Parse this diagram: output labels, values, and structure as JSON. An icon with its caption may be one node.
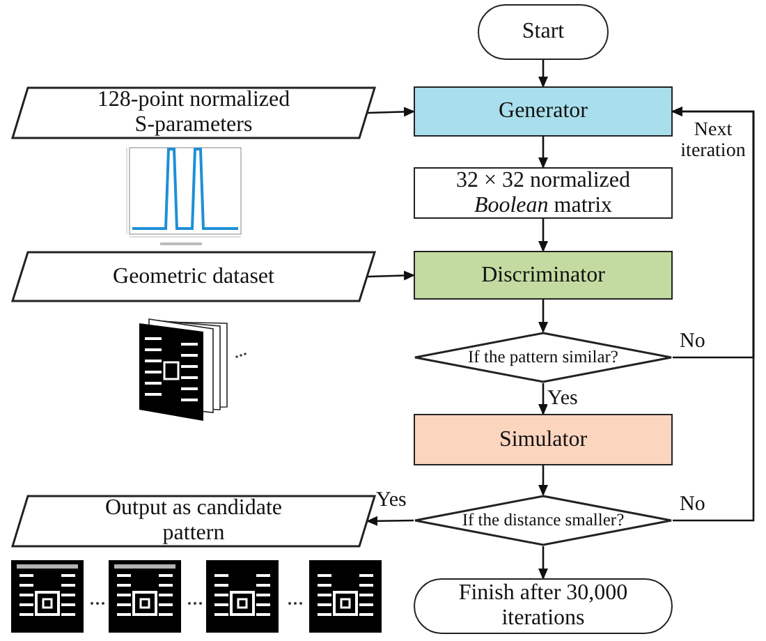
{
  "diagram": {
    "nodes": [
      {
        "text": [
          "Start"
        ]
      },
      {
        "text": [
          "128-point normalized S-parameters"
        ]
      },
      {
        "text": [
          "Generator"
        ]
      },
      {
        "text": [
          "32 × 32 normalized *Boolean* matrix"
        ]
      },
      {
        "text": [
          "Geometric dataset"
        ]
      },
      {
        "text": [
          "Discriminator"
        ]
      },
      {
        "text": [
          "If the pattern similar?"
        ]
      },
      {
        "text": [
          "Simulator"
        ]
      },
      {
        "text": [
          "Output as candidate pattern"
        ]
      },
      {
        "text": [
          "If the distance smaller?"
        ]
      },
      {
        "text": [
          "Finish after 30,000 iterations"
        ]
      }
    ],
    "edges": [
      {
        "from": 0,
        "to": 2,
        "arrow": "to"
      },
      {
        "from": 1,
        "to": 2,
        "arrow": "to"
      },
      {
        "from": 2,
        "to": 3,
        "arrow": "to"
      },
      {
        "from": 3,
        "to": 5,
        "arrow": "to"
      },
      {
        "from": 4,
        "to": 5,
        "arrow": "to"
      },
      {
        "from": 5,
        "to": 6,
        "arrow": "to"
      },
      {
        "from": 6,
        "to": 7,
        "arrow": "to",
        "label": "Yes"
      },
      {
        "from": 6,
        "to": 2,
        "arrow": "to",
        "label": "No"
      },
      {
        "from": 7,
        "to": 9,
        "arrow": "to"
      },
      {
        "from": 9,
        "to": 2,
        "arrow": "to",
        "label": "No"
      },
      {
        "from": 9,
        "to": 8,
        "arrow": "to",
        "label": "Yes"
      },
      {
        "from": 9,
        "to": 10,
        "arrow": "to"
      }
    ],
    "labels": [
      "Next iteration"
    ]
  }
}
